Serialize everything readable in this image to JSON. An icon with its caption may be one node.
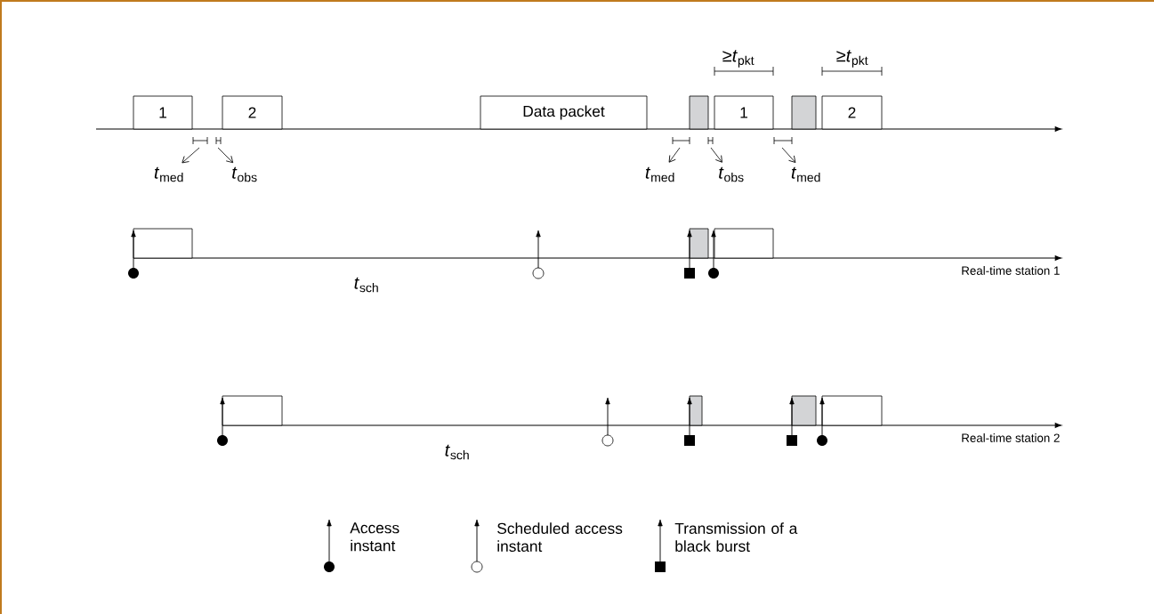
{
  "diagram": {
    "nodes": [
      {
        "text": [
          "1"
        ]
      },
      {
        "text": [
          "2"
        ]
      },
      {
        "text": [
          "Data packet"
        ]
      },
      {
        "text": [],
        "shape": "box"
      },
      {
        "text": [
          "1"
        ]
      },
      {
        "text": [],
        "shape": "box"
      },
      {
        "text": [
          "2"
        ]
      },
      {
        "text": [
          "*t*$_{med}$"
        ]
      },
      {
        "text": [
          "*t*$_{obs}$"
        ]
      },
      {
        "text": [
          "*t*$_{med}$"
        ]
      },
      {
        "text": [
          "*t*$_{obs}$"
        ]
      },
      {
        "text": [
          "*t*$_{med}$"
        ]
      },
      {
        "text": [],
        "shape": "box"
      },
      {
        "text": [],
        "shape": "box"
      },
      {
        "text": [],
        "shape": "box"
      },
      {
        "text": [],
        "shape": "box"
      },
      {
        "text": [],
        "shape": "box"
      },
      {
        "text": [],
        "shape": "box"
      },
      {
        "text": [],
        "shape": "box"
      }
    ],
    "edges": [
      {
        "from": null,
        "to": 7,
        "arrow": "to"
      },
      {
        "from": null,
        "to": 8,
        "arrow": "to"
      },
      {
        "from": null,
        "to": 9,
        "arrow": "to"
      },
      {
        "from": null,
        "to": 10,
        "arrow": "to"
      },
      {
        "from": null,
        "to": 11,
        "arrow": "to"
      }
    ],
    "labels": [
      "≥*t*$_{pkt}$",
      "≥*t*$_{pkt}$",
      "*t*$_{sch}$",
      "Real-time station 1",
      "*t*$_{sch}$",
      "Real-time station 2"
    ],
    "legend": [
      {
        "text": "Access instant"
      },
      {
        "text": "Scheduled access instant"
      },
      {
        "text": "Transmission of a black burst"
      }
    ]
  }
}
